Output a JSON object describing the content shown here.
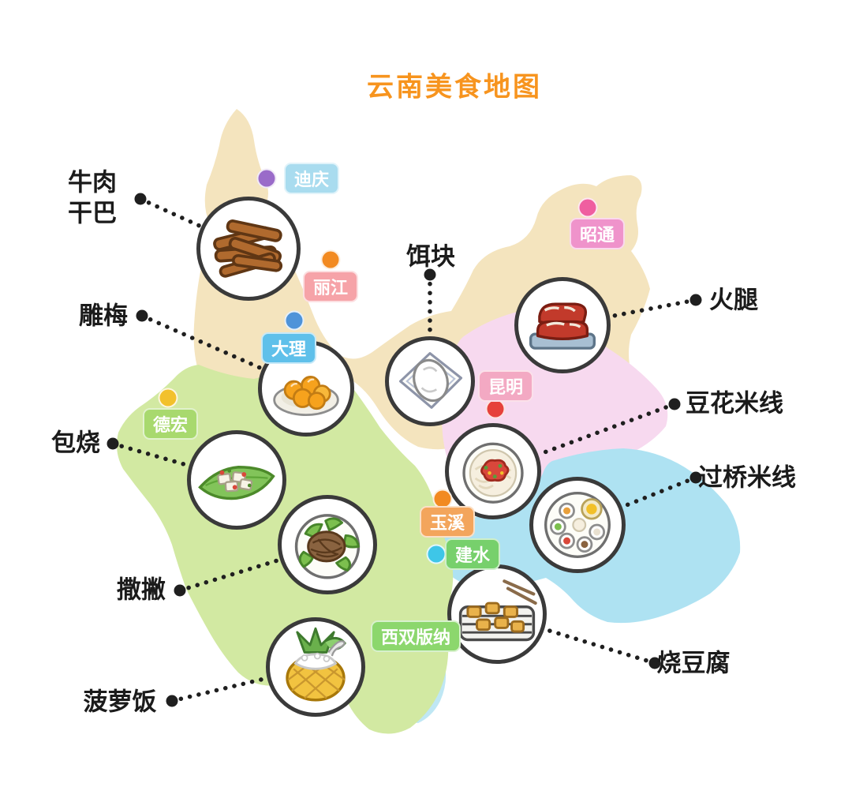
{
  "title": {
    "text": "云南美食地图",
    "color": "#F7941E"
  },
  "regions": [
    {
      "name": "north-region",
      "color": "#F4E4BE"
    },
    {
      "name": "central-region",
      "color": "#F7D9EF"
    },
    {
      "name": "southeast-region",
      "color": "#AEE2F2"
    },
    {
      "name": "south-strip-region",
      "color": "#BFE7F4"
    },
    {
      "name": "southwest-region",
      "color": "#D2E9A2"
    }
  ],
  "cities": [
    {
      "id": "diqing",
      "label": "迪庆",
      "pill_color": "#A9DCEF",
      "dot_color": "#9A6BC9"
    },
    {
      "id": "lijiang",
      "label": "丽江",
      "pill_color": "#F6A3A8",
      "dot_color": "#F28A21"
    },
    {
      "id": "dali",
      "label": "大理",
      "pill_color": "#5FC0EA",
      "dot_color": "#4E93D9"
    },
    {
      "id": "dehong",
      "label": "德宏",
      "pill_color": "#A8D96E",
      "dot_color": "#F2C12C"
    },
    {
      "id": "zhaotong",
      "label": "昭通",
      "pill_color": "#EF93CB",
      "dot_color": "#EF5FA0"
    },
    {
      "id": "kunming",
      "label": "昆明",
      "pill_color": "#F3A9C3",
      "dot_color": "#E6413B"
    },
    {
      "id": "yuxi",
      "label": "玉溪",
      "pill_color": "#F3A55C",
      "dot_color": "#F28A21"
    },
    {
      "id": "jianshui",
      "label": "建水",
      "pill_color": "#77D06C",
      "dot_color": "#3EC6E8"
    },
    {
      "id": "xishuangbanna",
      "label": "西双版纳",
      "pill_color": "#8CD76D"
    }
  ],
  "foods": [
    {
      "id": "beef-jerky",
      "label": "牛肉\n干巴"
    },
    {
      "id": "diaomei",
      "label": "雕梅"
    },
    {
      "id": "erkuai",
      "label": "饵块"
    },
    {
      "id": "ham",
      "label": "火腿"
    },
    {
      "id": "baoshao",
      "label": "包烧"
    },
    {
      "id": "douhua-mixian",
      "label": "豆花米线"
    },
    {
      "id": "sapie",
      "label": "撒撇"
    },
    {
      "id": "guoqiao-mixian",
      "label": "过桥米线"
    },
    {
      "id": "shao-doufu",
      "label": "烧豆腐"
    },
    {
      "id": "boluo-fan",
      "label": "菠萝饭"
    }
  ]
}
